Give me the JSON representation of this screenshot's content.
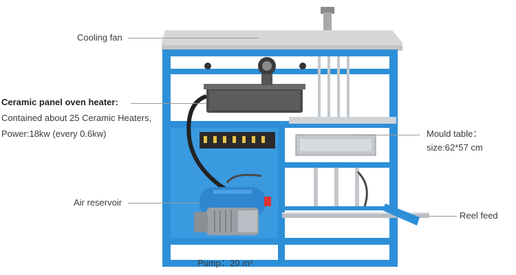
{
  "labels": {
    "cooling_fan": "Cooling fan",
    "heater_title": "Ceramic panel oven heater:",
    "heater_line1": "Contained about 25 Ceramic Heaters,",
    "heater_line2": "Power:18kw (every 0.6kw)",
    "mould_table_line1": "Mould table：",
    "mould_table_line2": "size:62*57 cm",
    "air_reservoir": "Air reservoir",
    "reel_feed": "Reel feed",
    "pump": "Pump：20 m³"
  },
  "colors": {
    "frame": "#2d8fd8",
    "frame_dark": "#1f6fb4",
    "panel": "#3a9ae0",
    "top_cover": "#d6d6d6",
    "heater": "#4a4a4a",
    "pump_body": "#9aa0a6",
    "steel": "#b8bec4",
    "leader": "#9a9a9a",
    "text": "#3a3a3a"
  }
}
